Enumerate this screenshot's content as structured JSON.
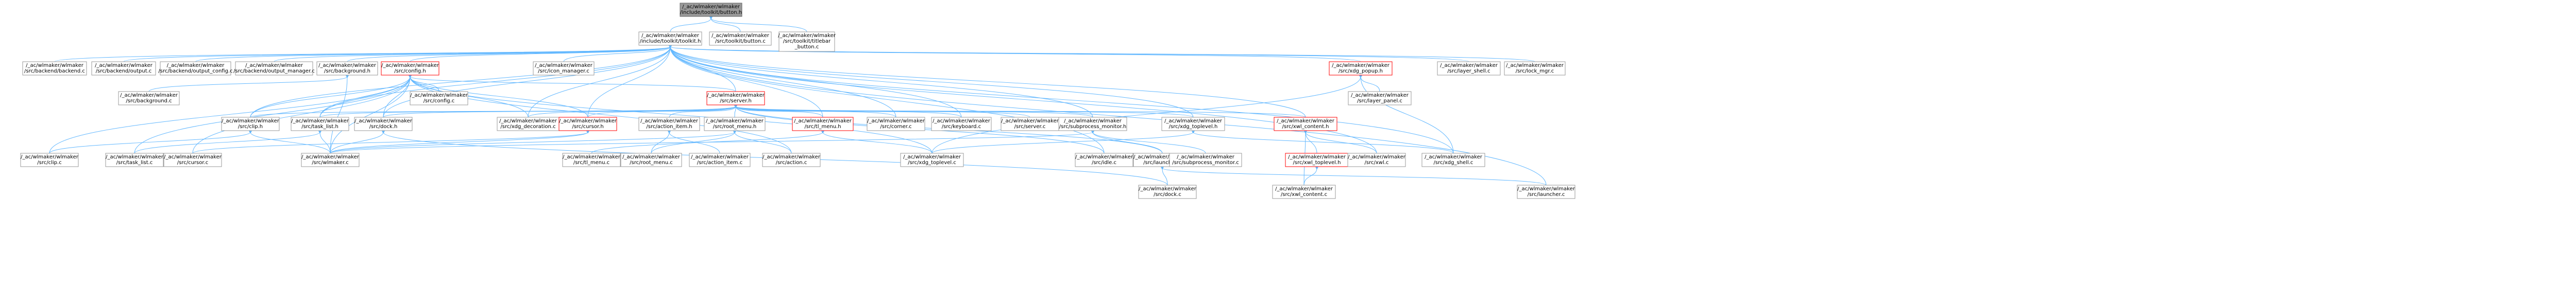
{
  "diagram": {
    "title": "include/toolkit/button.h include dependency graph",
    "colors": {
      "edge": "#63b8ff",
      "node_border": "#999999",
      "root_fill": "#999999",
      "highlight_border": "#ff0000"
    },
    "nodes": [
      {
        "id": "button_h",
        "lines": [
          "/_ac/wlmaker/wlmaker",
          "/include/toolkit/button.h"
        ],
        "style": "root"
      },
      {
        "id": "toolkit_h",
        "lines": [
          "/_ac/wlmaker/wlmaker",
          "/include/toolkit/toolkit.h"
        ],
        "style": "normal"
      },
      {
        "id": "tk_button_c",
        "lines": [
          "/_ac/wlmaker/wlmaker",
          "/src/toolkit/button.c"
        ],
        "style": "normal"
      },
      {
        "id": "titlebar_button_c",
        "lines": [
          "/_ac/wlmaker/wlmaker",
          "/src/toolkit/titlebar",
          "_button.c"
        ],
        "style": "normal"
      },
      {
        "id": "backend_c",
        "lines": [
          "/_ac/wlmaker/wlmaker",
          "/src/backend/backend.c"
        ],
        "style": "normal"
      },
      {
        "id": "output_c",
        "lines": [
          "/_ac/wlmaker/wlmaker",
          "/src/backend/output.c"
        ],
        "style": "normal"
      },
      {
        "id": "output_config_c",
        "lines": [
          "/_ac/wlmaker/wlmaker",
          "/src/backend/output_config.c"
        ],
        "style": "normal"
      },
      {
        "id": "output_manager_c",
        "lines": [
          "/_ac/wlmaker/wlmaker",
          "/src/backend/output_manager.c"
        ],
        "style": "normal"
      },
      {
        "id": "background_h",
        "lines": [
          "/_ac/wlmaker/wlmaker",
          "/src/background.h"
        ],
        "style": "normal"
      },
      {
        "id": "config_h",
        "lines": [
          "/_ac/wlmaker/wlmaker",
          "/src/config.h"
        ],
        "style": "red"
      },
      {
        "id": "icon_manager_c",
        "lines": [
          "/_ac/wlmaker/wlmaker",
          "/src/icon_manager.c"
        ],
        "style": "normal"
      },
      {
        "id": "xdg_popup_h",
        "lines": [
          "/_ac/wlmaker/wlmaker",
          "/src/xdg_popup.h"
        ],
        "style": "red"
      },
      {
        "id": "layer_shell_c",
        "lines": [
          "/_ac/wlmaker/wlmaker",
          "/src/layer_shell.c"
        ],
        "style": "normal"
      },
      {
        "id": "lock_mgr_c",
        "lines": [
          "/_ac/wlmaker/wlmaker",
          "/src/lock_mgr.c"
        ],
        "style": "normal"
      },
      {
        "id": "background_c",
        "lines": [
          "/_ac/wlmaker/wlmaker",
          "/src/background.c"
        ],
        "style": "normal"
      },
      {
        "id": "config_c",
        "lines": [
          "/_ac/wlmaker/wlmaker",
          "/src/config.c"
        ],
        "style": "normal"
      },
      {
        "id": "server_h",
        "lines": [
          "/_ac/wlmaker/wlmaker",
          "/src/server.h"
        ],
        "style": "red"
      },
      {
        "id": "layer_panel_c",
        "lines": [
          "/_ac/wlmaker/wlmaker",
          "/src/layer_panel.c"
        ],
        "style": "normal"
      },
      {
        "id": "clip_h",
        "lines": [
          "/_ac/wlmaker/wlmaker",
          "/src/clip.h"
        ],
        "style": "normal"
      },
      {
        "id": "task_list_h",
        "lines": [
          "/_ac/wlmaker/wlmaker",
          "/src/task_list.h"
        ],
        "style": "normal"
      },
      {
        "id": "dock_h",
        "lines": [
          "/_ac/wlmaker/wlmaker",
          "/src/dock.h"
        ],
        "style": "normal"
      },
      {
        "id": "xdg_decoration_c",
        "lines": [
          "/_ac/wlmaker/wlmaker",
          "/src/xdg_decoration.c"
        ],
        "style": "normal"
      },
      {
        "id": "cursor_h",
        "lines": [
          "/_ac/wlmaker/wlmaker",
          "/src/cursor.h"
        ],
        "style": "red"
      },
      {
        "id": "action_item_h",
        "lines": [
          "/_ac/wlmaker/wlmaker",
          "/src/action_item.h"
        ],
        "style": "normal"
      },
      {
        "id": "root_menu_h",
        "lines": [
          "/_ac/wlmaker/wlmaker",
          "/src/root_menu.h"
        ],
        "style": "normal"
      },
      {
        "id": "tl_menu_h",
        "lines": [
          "/_ac/wlmaker/wlmaker",
          "/src/tl_menu.h"
        ],
        "style": "red"
      },
      {
        "id": "keyboard_c",
        "lines": [
          "/_ac/wlmaker/wlmaker",
          "/src/keyboard.c"
        ],
        "style": "normal"
      },
      {
        "id": "server_c",
        "lines": [
          "/_ac/wlmaker/wlmaker",
          "/src/server.c"
        ],
        "style": "normal"
      },
      {
        "id": "subprocess_monitor_h",
        "lines": [
          "/_ac/wlmaker/wlmaker",
          "/src/subprocess_monitor.h"
        ],
        "style": "normal"
      },
      {
        "id": "xdg_toplevel_h",
        "lines": [
          "/_ac/wlmaker/wlmaker",
          "/src/xdg_toplevel.h"
        ],
        "style": "normal"
      },
      {
        "id": "corner_c",
        "lines": [
          "/_ac/wlmaker/wlmaker",
          "/src/corner.c"
        ],
        "style": "normal"
      },
      {
        "id": "xwl_content_h",
        "lines": [
          "/_ac/wlmaker/wlmaker",
          "/src/xwl_content.h"
        ],
        "style": "red"
      },
      {
        "id": "clip_c",
        "lines": [
          "/_ac/wlmaker/wlmaker",
          "/src/clip.c"
        ],
        "style": "normal"
      },
      {
        "id": "task_list_c",
        "lines": [
          "/_ac/wlmaker/wlmaker",
          "/src/task_list.c"
        ],
        "style": "normal"
      },
      {
        "id": "cursor_c",
        "lines": [
          "/_ac/wlmaker/wlmaker",
          "/src/cursor.c"
        ],
        "style": "normal"
      },
      {
        "id": "wlmaker_c",
        "lines": [
          "/_ac/wlmaker/wlmaker",
          "/src/wlmaker.c"
        ],
        "style": "normal"
      },
      {
        "id": "tl_menu_c",
        "lines": [
          "/_ac/wlmaker/wlmaker",
          "/src/tl_menu.c"
        ],
        "style": "normal"
      },
      {
        "id": "root_menu_c",
        "lines": [
          "/_ac/wlmaker/wlmaker",
          "/src/root_menu.c"
        ],
        "style": "normal"
      },
      {
        "id": "action_item_c",
        "lines": [
          "/_ac/wlmaker/wlmaker",
          "/src/action_item.c"
        ],
        "style": "normal"
      },
      {
        "id": "action_c",
        "lines": [
          "/_ac/wlmaker/wlmaker",
          "/src/action.c"
        ],
        "style": "normal"
      },
      {
        "id": "xdg_toplevel_c",
        "lines": [
          "/_ac/wlmaker/wlmaker",
          "/src/xdg_toplevel.c"
        ],
        "style": "normal"
      },
      {
        "id": "idle_c",
        "lines": [
          "/_ac/wlmaker/wlmaker",
          "/src/idle.c"
        ],
        "style": "normal"
      },
      {
        "id": "launcher_h",
        "lines": [
          "/_ac/wlmaker/wlmaker",
          "/src/launcher.h"
        ],
        "style": "normal"
      },
      {
        "id": "subprocess_monitor_c",
        "lines": [
          "/_ac/wlmaker/wlmaker",
          "/src/subprocess_monitor.c"
        ],
        "style": "normal"
      },
      {
        "id": "xwl_toplevel_h",
        "lines": [
          "/_ac/wlmaker/wlmaker",
          "/src/xwl_toplevel.h"
        ],
        "style": "red"
      },
      {
        "id": "xwl_c",
        "lines": [
          "/_ac/wlmaker/wlmaker",
          "/src/xwl.c"
        ],
        "style": "normal"
      },
      {
        "id": "xdg_shell_c",
        "lines": [
          "/_ac/wlmaker/wlmaker",
          "/src/xdg_shell.c"
        ],
        "style": "normal"
      },
      {
        "id": "dock_c",
        "lines": [
          "/_ac/wlmaker/wlmaker",
          "/src/dock.c"
        ],
        "style": "normal"
      },
      {
        "id": "xwl_content_c",
        "lines": [
          "/_ac/wlmaker/wlmaker",
          "/src/xwl_content.c"
        ],
        "style": "normal"
      },
      {
        "id": "launcher_c",
        "lines": [
          "/_ac/wlmaker/wlmaker",
          "/src/launcher.c"
        ],
        "style": "normal"
      }
    ]
  }
}
